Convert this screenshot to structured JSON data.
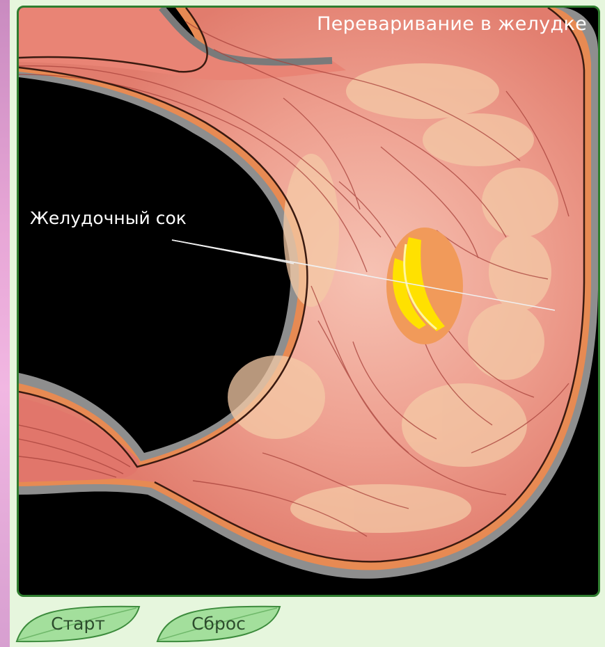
{
  "diagram": {
    "title": "Переваривание в желудке",
    "label_juice": "Желудочный сок"
  },
  "controls": {
    "start_label": "Старт",
    "reset_label": "Сброс"
  },
  "colors": {
    "background": "#000000",
    "stomach_wall": "#e8877a",
    "outer_membrane": "#8a8a8a",
    "food_bolus": "#f59a5a",
    "bolus_highlight": "#ffe600",
    "button_leaf": "#9edb9a",
    "frame_border": "#2f7d2f"
  }
}
